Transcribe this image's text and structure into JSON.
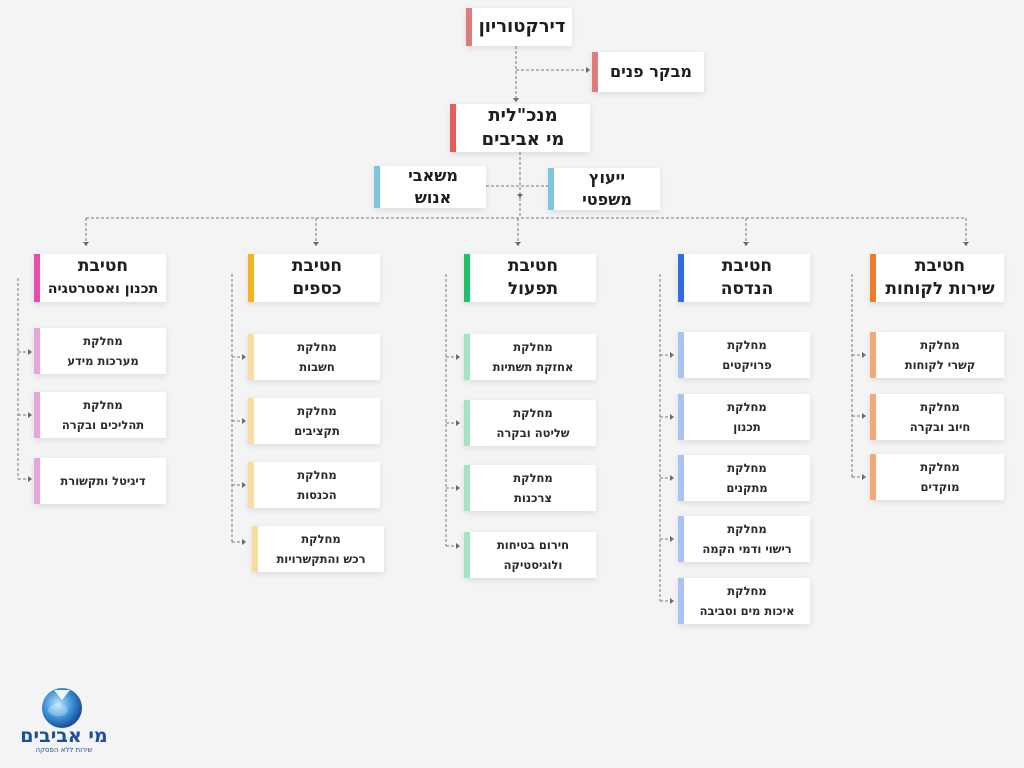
{
  "director": {
    "line1": "דירקטוריון",
    "color": "#e07b7b"
  },
  "auditor": {
    "line1": "מבקר פנים",
    "color": "#e07b7b"
  },
  "ceo": {
    "line1": "מנכ\"לית",
    "line2": "מי אביבים",
    "color": "#e95a5a"
  },
  "hr": {
    "line1": "משאבי",
    "line2": "אנוש",
    "color": "#7ec6e0"
  },
  "legal": {
    "line1": "ייעוץ",
    "line2": "משפטי",
    "color": "#7ec6e0"
  },
  "divisions": [
    {
      "line1": "חטיבת",
      "line2": "שירות לקוחות",
      "color": "#f07a2c",
      "dept_color": "#f5a877",
      "departments": [
        {
          "line1": "מחלקת",
          "line2": "קשרי לקוחות"
        },
        {
          "line1": "מחלקת",
          "line2": "חיוב ובקרה"
        },
        {
          "line1": "מחלקת",
          "line2": "מוקדים"
        }
      ]
    },
    {
      "line1": "חטיבת",
      "line2": "הנדסה",
      "color": "#2f6de0",
      "dept_color": "#a9c4f2",
      "departments": [
        {
          "line1": "מחלקת",
          "line2": "פרויקטים"
        },
        {
          "line1": "מחלקת",
          "line2": "תכנון"
        },
        {
          "line1": "מחלקת",
          "line2": "מתקנים"
        },
        {
          "line1": "מחלקת",
          "line2": "רישוי ודמי הקמה"
        },
        {
          "line1": "מחלקת",
          "line2": "איכות מים וסביבה"
        }
      ]
    },
    {
      "line1": "חטיבת",
      "line2": "תפעול",
      "color": "#1fbf6a",
      "dept_color": "#a6e3c2",
      "departments": [
        {
          "line1": "מחלקת",
          "line2": "אחזקת תשתיות"
        },
        {
          "line1": "מחלקת",
          "line2": "שליטה ובקרה"
        },
        {
          "line1": "מחלקת",
          "line2": "צרכנות"
        },
        {
          "line1": "חירום בטיחות",
          "line2": "ולוגיסטיקה"
        }
      ]
    },
    {
      "line1": "חטיבת",
      "line2": "כספים",
      "color": "#f5b21f",
      "dept_color": "#f8dc9f",
      "departments": [
        {
          "line1": "מחלקת",
          "line2": "חשבות"
        },
        {
          "line1": "מחלקת",
          "line2": "תקציבים"
        },
        {
          "line1": "מחלקת",
          "line2": "הכנסות"
        },
        {
          "line1": "מחלקת",
          "line2": "רכש והתקשרויות"
        }
      ]
    },
    {
      "line1": "חטיבת",
      "line2": "תכנון ואסטרטגיה",
      "color": "#e94bb3",
      "dept_color": "#e7a6d6",
      "departments": [
        {
          "line1": "מחלקת",
          "line2": "מערכות מידע"
        },
        {
          "line1": "מחלקת",
          "line2": "תהליכים ובקרה"
        },
        {
          "line1": "דיגיטל ותקשורת",
          "line2": ""
        }
      ]
    }
  ],
  "logo": {
    "name": "מי אביבים",
    "tagline": "שירות ללא הפסקה",
    "icon": "water-drop-globe-icon",
    "color": "#1c4f9c"
  }
}
